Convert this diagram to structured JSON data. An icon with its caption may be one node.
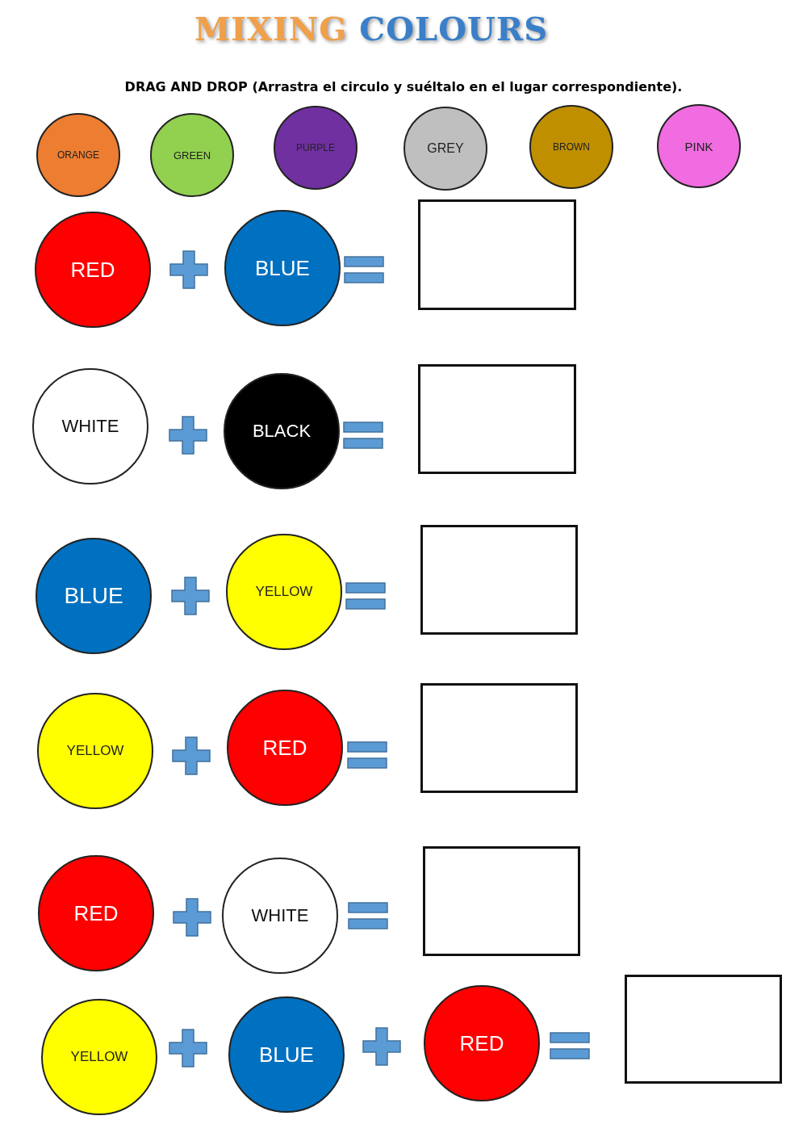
{
  "diagram": {
    "title": "MIXING COLOURS",
    "labels": [
      "DRAG AND DROP (Arrastra el circulo y suéltalo en el lugar correspondiente)."
    ],
    "nodes": [
      {
        "text": [
          "ORANGE"
        ]
      },
      {
        "text": [
          "GREEN"
        ]
      },
      {
        "text": [
          "PURPLE"
        ]
      },
      {
        "text": [
          "GREY"
        ]
      },
      {
        "text": [
          "BROWN"
        ]
      },
      {
        "text": [
          "PINK"
        ]
      },
      {
        "text": [
          "RED"
        ]
      },
      {
        "text": [
          "BLUE"
        ]
      },
      {
        "text": [],
        "shape": "box"
      },
      {
        "text": [
          "WHITE"
        ]
      },
      {
        "text": [
          "BLACK"
        ]
      },
      {
        "text": [],
        "shape": "box"
      },
      {
        "text": [
          "BLUE"
        ]
      },
      {
        "text": [
          "YELLOW"
        ]
      },
      {
        "text": [],
        "shape": "box"
      },
      {
        "text": [
          "YELLOW"
        ]
      },
      {
        "text": [
          "RED"
        ]
      },
      {
        "text": [],
        "shape": "box"
      },
      {
        "text": [
          "RED"
        ]
      },
      {
        "text": [
          "WHITE"
        ]
      },
      {
        "text": [],
        "shape": "box"
      },
      {
        "text": [
          "YELLOW"
        ]
      },
      {
        "text": [
          "BLUE"
        ]
      },
      {
        "text": [
          "RED"
        ]
      },
      {
        "text": [],
        "shape": "box"
      }
    ]
  }
}
